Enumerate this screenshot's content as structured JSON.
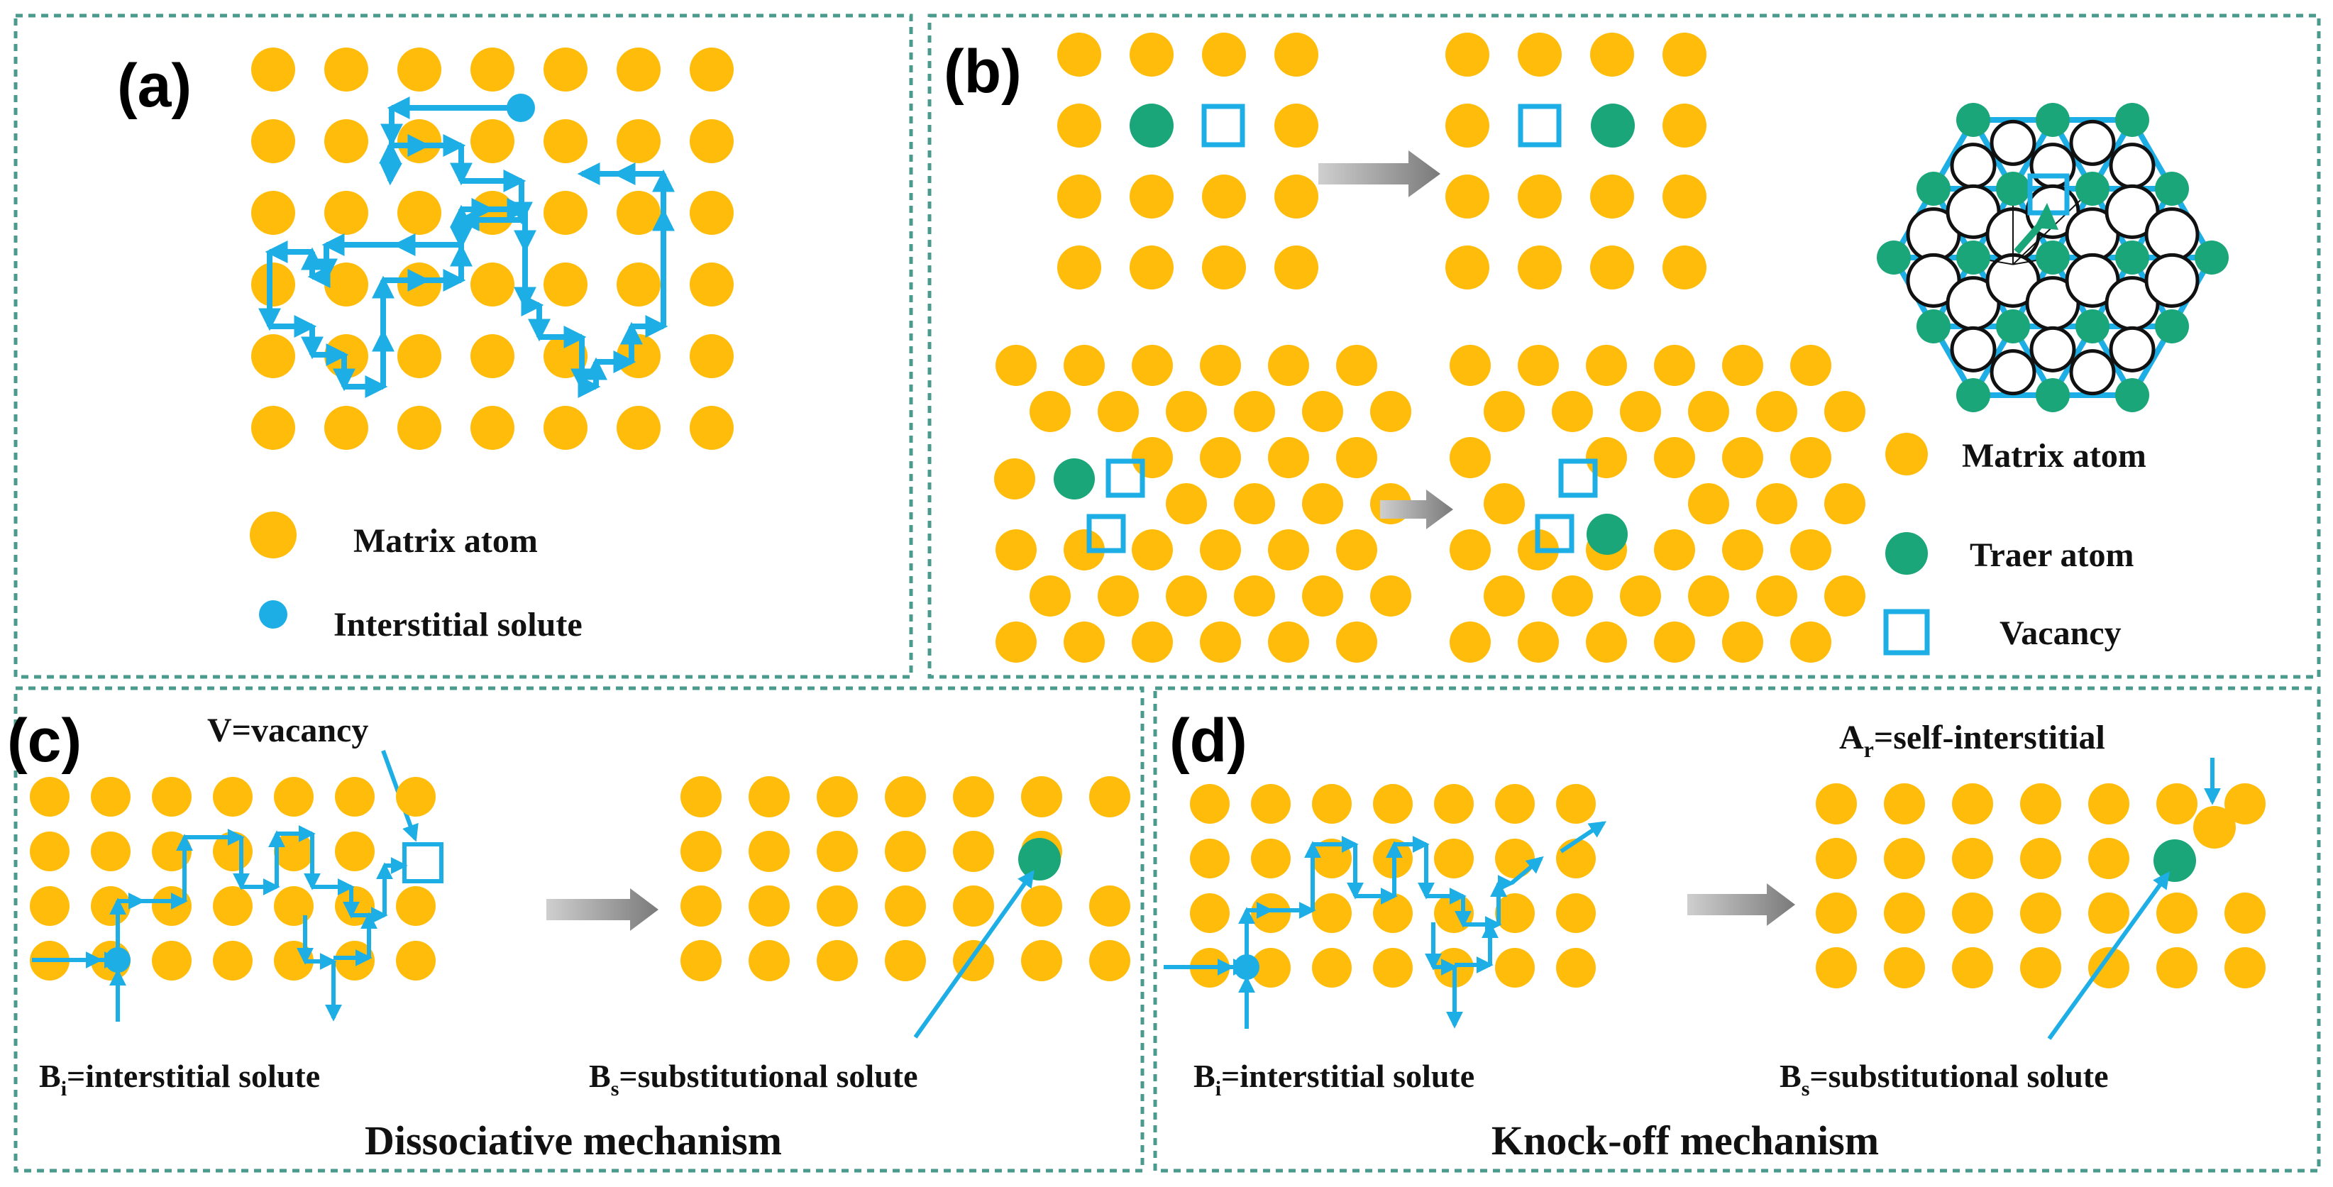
{
  "colors": {
    "matrix_atom": "#FFBC0A",
    "interstitial_solute": "#1EAEE6",
    "tracer_atom": "#1BA67A",
    "vacancy": "#1EAEE6",
    "path_arrow": "#1EAEE6",
    "process_arrow": "#8A8A8A",
    "panel_border": "#4A9A8E",
    "lattice_line": "#1EAEE6"
  },
  "panel_a": {
    "label": "(a)",
    "legend": [
      {
        "icon": "matrix-atom-icon",
        "text": "Matrix atom"
      },
      {
        "icon": "interstitial-solute-icon",
        "text": "Interstitial solute"
      }
    ]
  },
  "panel_b": {
    "label": "(b)",
    "legend": [
      {
        "icon": "matrix-atom-icon",
        "text": "Matrix atom"
      },
      {
        "icon": "tracer-atom-icon",
        "text": "Traer atom"
      },
      {
        "icon": "vacancy-icon",
        "text": "Vacancy"
      }
    ]
  },
  "panel_c": {
    "label": "(c)",
    "vacancy_label": "V=vacancy",
    "interstitial_label": {
      "main": "B",
      "sub": "i",
      "rest": "=interstitial solute"
    },
    "substitutional_label": {
      "main": "B",
      "sub": "s",
      "rest": "=substitutional solute"
    },
    "caption": "Dissociative mechanism"
  },
  "panel_d": {
    "label": "(d)",
    "self_interstitial_label": {
      "main": "A",
      "sub": "r",
      "rest": "=self-interstitial"
    },
    "interstitial_label": {
      "main": "B",
      "sub": "i",
      "rest": "=interstitial solute"
    },
    "substitutional_label": {
      "main": "B",
      "sub": "s",
      "rest": "=substitutional solute"
    },
    "caption": "Knock-off mechanism"
  }
}
